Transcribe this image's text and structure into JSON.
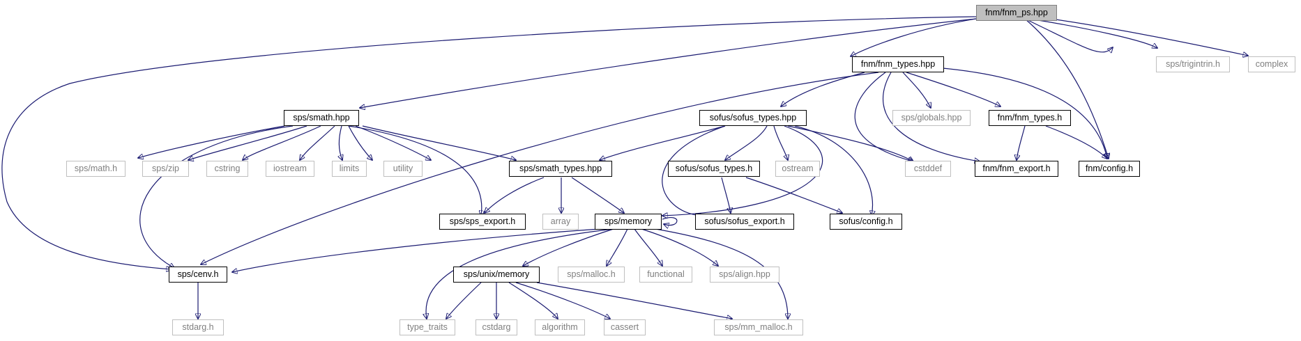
{
  "graph": {
    "nodes": {
      "root": "fnm/fnm_ps.hpp",
      "fnm_types_hpp": "fnm/fnm_types.hpp",
      "trigintrin": "sps/trigintrin.h",
      "complex": "complex",
      "smath_hpp": "sps/smath.hpp",
      "sofus_types_hpp": "sofus/sofus_types.hpp",
      "globals": "sps/globals.hpp",
      "fnm_types_h": "fnm/fnm_types.h",
      "sps_math_h": "sps/math.h",
      "sps_zip": "sps/zip",
      "cstring": "cstring",
      "iostream": "iostream",
      "limits": "limits",
      "utility": "utility",
      "smath_types": "sps/smath_types.hpp",
      "sofus_types_h": "sofus/sofus_types.h",
      "ostream": "ostream",
      "cstddef": "cstddef",
      "fnm_export": "fnm/fnm_export.h",
      "fnm_config": "fnm/config.h",
      "sps_export": "sps/sps_export.h",
      "array": "array",
      "memory": "sps/memory",
      "sofus_export": "sofus/sofus_export.h",
      "sofus_config": "sofus/config.h",
      "cenv": "sps/cenv.h",
      "unix_memory": "sps/unix/memory",
      "malloc": "sps/malloc.h",
      "functional": "functional",
      "align": "sps/align.hpp",
      "stdarg": "stdarg.h",
      "type_traits": "type_traits",
      "cstdarg": "cstdarg",
      "algorithm": "algorithm",
      "cassert": "cassert",
      "mm_malloc": "sps/mm_malloc.h"
    },
    "colors": {
      "edge": "#191970",
      "documented_border": "#000000",
      "external_border": "#bfbfbf",
      "external_text": "#7f7f7f",
      "root_fill": "#bfbfbf"
    }
  }
}
